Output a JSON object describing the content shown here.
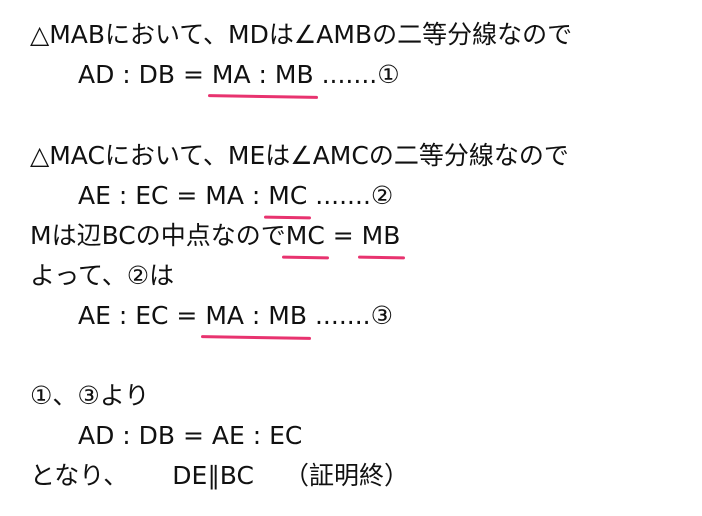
{
  "proof": {
    "line1": "△MABにおいて、MDは∠AMBの二等分線なので",
    "line2_pre": "AD : DB = ",
    "line2_ul": "MA : MB",
    "line2_post": " .......①",
    "line3": "△MACにおいて、MEは∠AMCの二等分線なので",
    "line4_pre": "AE : EC = MA : ",
    "line4_ul": "MC",
    "line4_post": " .......②",
    "line5_pre": "Mは辺BCの中点なので",
    "line5_ul1": "MC",
    "line5_mid": " = ",
    "line5_ul2": "MB",
    "line6": "よって、②は",
    "line7_pre": "AE : EC = ",
    "line7_ul": "MA : MB",
    "line7_post": " .......③",
    "line8": "①、③より",
    "line9": "AD : DB = AE : EC",
    "line10_pre": "となり、",
    "line10_mid": "DE∥BC",
    "line10_post": "（証明終）"
  },
  "colors": {
    "text": "#111111",
    "underline": "#e8336f",
    "background": "#ffffff"
  }
}
